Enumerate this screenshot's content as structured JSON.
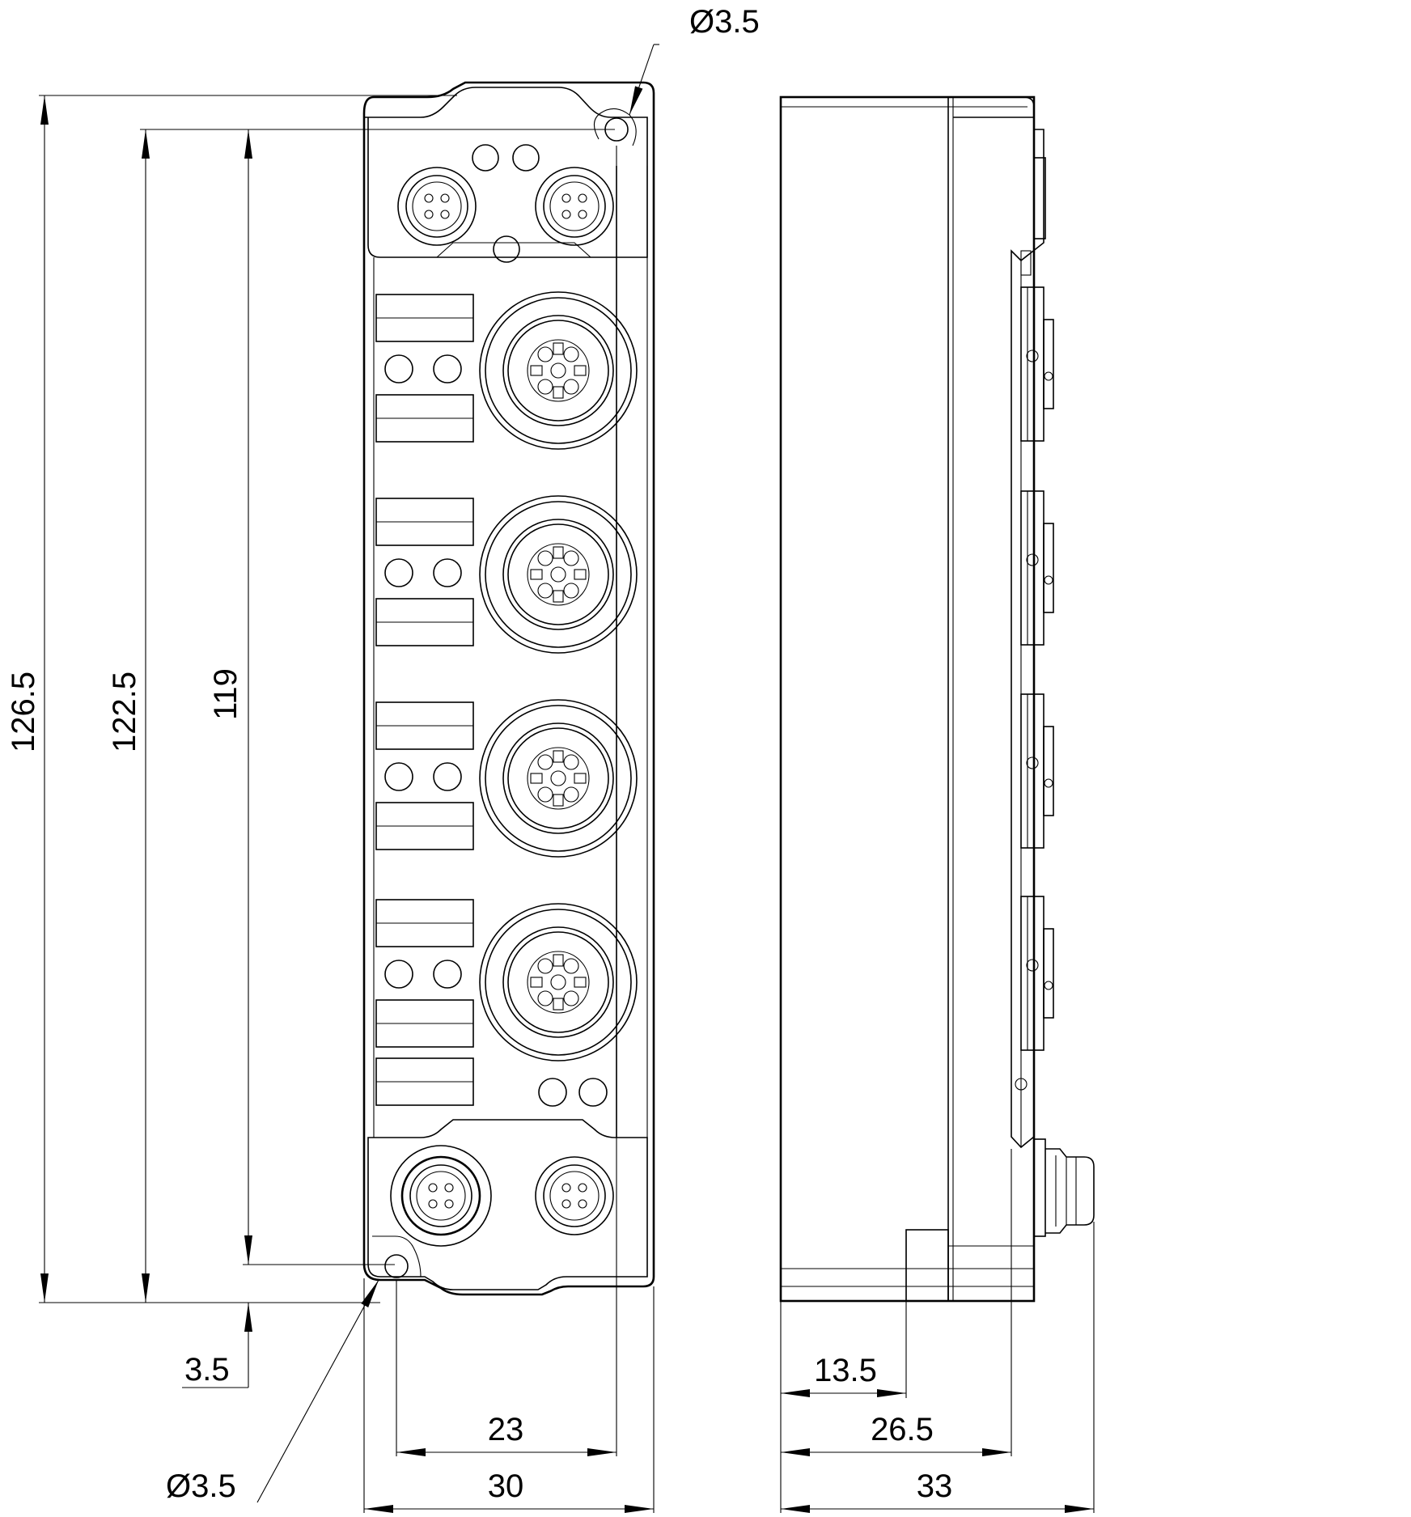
{
  "drawing": {
    "dimensions": {
      "hole_top": "Ø3.5",
      "hole_bottom": "Ø3.5",
      "height_overall": "126.5",
      "height_holes": "122.5",
      "height_body": "119",
      "hole_offset": "3.5",
      "width_holes": "23",
      "width_overall": "30",
      "side_depth_a": "13.5",
      "side_depth_b": "26.5",
      "side_depth_c": "33"
    }
  }
}
